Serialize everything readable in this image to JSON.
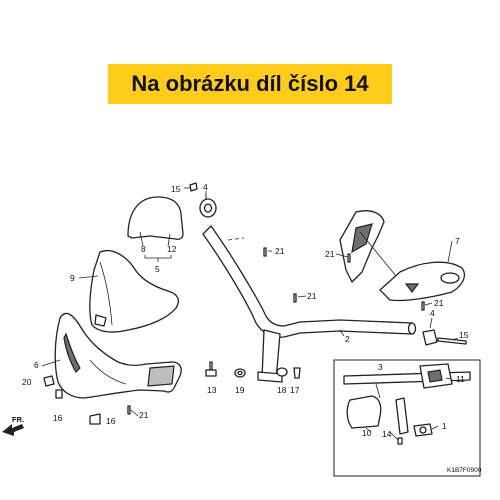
{
  "banner": {
    "text": "Na obrázku díl číslo 14"
  },
  "diagram": {
    "code": "K1B7F0900",
    "front_label": "FR.",
    "callouts": [
      "15",
      "4",
      "8",
      "12",
      "5",
      "9",
      "6",
      "20",
      "16",
      "16",
      "21",
      "21",
      "21",
      "21",
      "7",
      "21",
      "2",
      "15",
      "13",
      "19",
      "18",
      "17",
      "3",
      "11",
      "10",
      "14",
      "1"
    ]
  },
  "colors": {
    "banner_bg": "#ffcc1a",
    "line": "#222222"
  }
}
